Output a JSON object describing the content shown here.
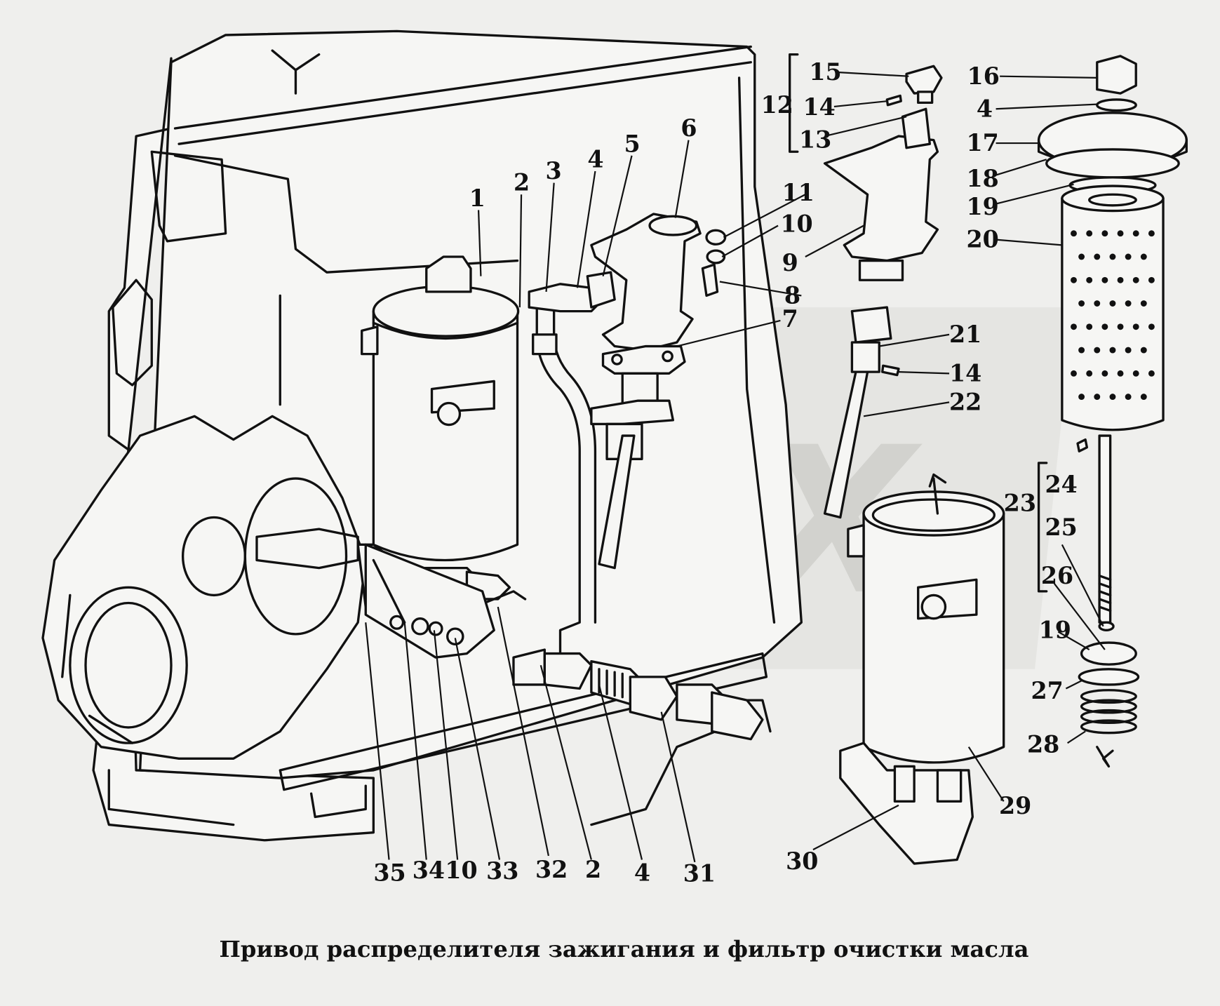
{
  "caption": "Привод распределителя зажигания и фильтр очистки масла",
  "watermark": "OPEX",
  "colors": {
    "background": "#efefed",
    "ink": "#111111",
    "watermark": "#dcdcd8"
  },
  "callouts": {
    "c1": "1",
    "c2": "2",
    "c3": "3",
    "c4": "4",
    "c5": "5",
    "c6": "6",
    "c7": "7",
    "c8": "8",
    "c9": "9",
    "c10": "10",
    "c11": "11",
    "c12": "12",
    "c13": "13",
    "c14a": "14",
    "c14b": "14",
    "c15": "15",
    "c16": "16",
    "c4b": "4",
    "c17": "17",
    "c18": "18",
    "c19a": "19",
    "c20": "20",
    "c21": "21",
    "c22": "22",
    "c23": "23",
    "c24": "24",
    "c25": "25",
    "c26": "26",
    "c19b": "19",
    "c27": "27",
    "c28": "28",
    "c29": "29",
    "c30": "30",
    "c35": "35",
    "c34": "34",
    "c10b": "10",
    "c33": "33",
    "c32": "32",
    "c2b": "2",
    "c4c": "4",
    "c31": "31"
  }
}
